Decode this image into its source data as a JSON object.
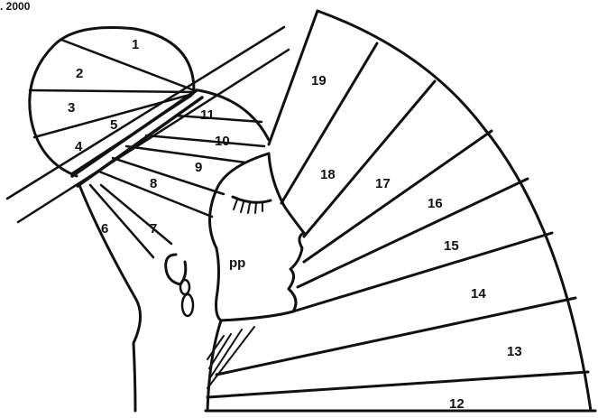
{
  "corner_text": ". 2000",
  "labels": {
    "s1": "1",
    "s2": "2",
    "s3": "3",
    "s4": "4",
    "s5": "5",
    "s6": "6",
    "s7": "7",
    "s8": "8",
    "s9": "9",
    "s10": "10",
    "s11": "11",
    "s12": "12",
    "s13": "13",
    "s14": "14",
    "s15": "15",
    "s16": "16",
    "s17": "17",
    "s18": "18",
    "s19": "19",
    "face": "pp"
  },
  "ink_color": "#111111",
  "paper_color": "#ffffff"
}
